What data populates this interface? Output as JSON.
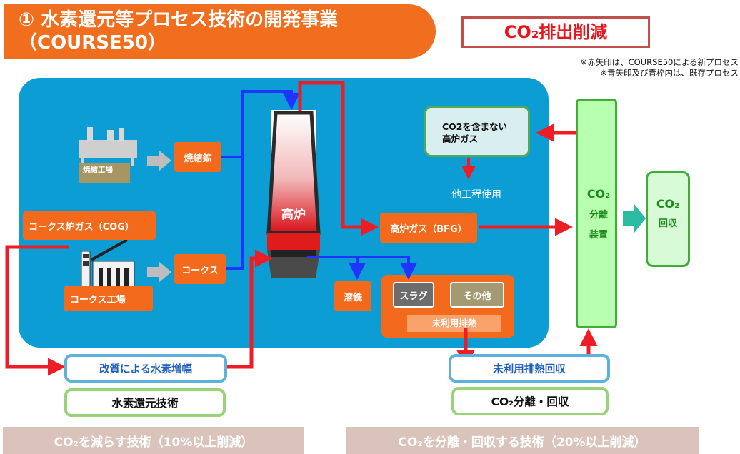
{
  "header": {
    "title_line1": "① 水素還元等プロセス技術の開発事業",
    "title_line2": "（COURSE50）",
    "co2_reduction": "CO₂排出削減",
    "note1": "※赤矢印は、COURSE50による新プロセス",
    "note2": "※青矢印及び青枠内は、既存プロセス"
  },
  "process": {
    "sinter_plant": "焼結工場",
    "sinter_ore": "焼結鉱",
    "cog": "コークス炉ガス（COG）",
    "coke_plant": "コークス工場",
    "coke": "コークス",
    "blast_furnace": "高炉",
    "bfg": "高炉ガス（BFG）",
    "molten_iron": "溶銑",
    "slag": "スラグ",
    "others": "その他",
    "unused_heat": "未利用排熱",
    "co2_free_gas_line1": "CO2を含まない",
    "co2_free_gas_line2": "高炉ガス",
    "other_process_use": "他工程使用",
    "co2_sep_1": "CO₂",
    "co2_sep_2": "分離",
    "co2_sep_3": "装置",
    "co2_rec_1": "CO₂",
    "co2_rec_2": "回収"
  },
  "bottom": {
    "reforming": "改質による水素増幅",
    "unused_heat_recovery": "未利用排熱回収",
    "h2_reduction_tech": "水素還元技術",
    "co2_sep_recovery": "CO₂分離・回収",
    "reduce_tech": "CO₂を減らす技術（10%以上削減）",
    "separate_tech": "CO₂を分離・回収する技術（20%以上削減）"
  },
  "colors": {
    "orange": "#f46a1c",
    "blue_area": "#0c9dd4",
    "red_arrow": "#ee1c25",
    "blue_arrow": "#1d35ff",
    "green": "#3fae37"
  }
}
